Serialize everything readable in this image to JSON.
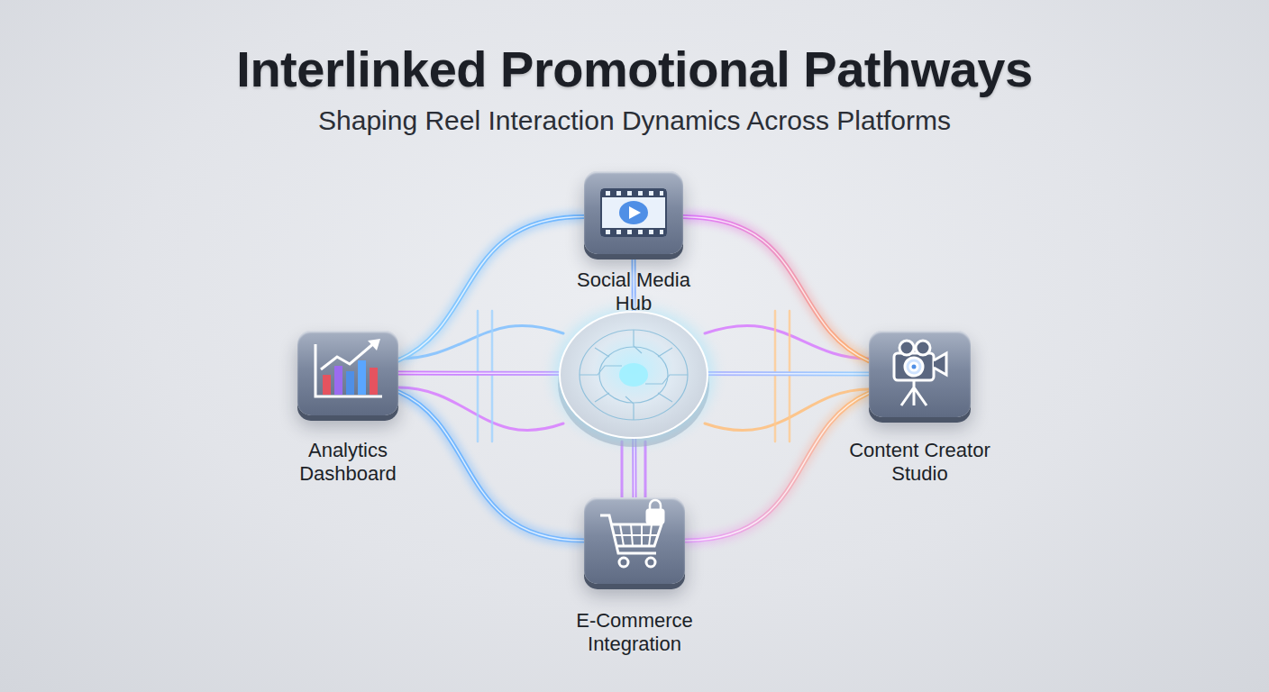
{
  "diagram": {
    "title": "Interlinked Promotional Pathways",
    "caption": "Shaping Reel Interaction Dynamics Across Platforms",
    "nodes": [
      {
        "text": [
          "Social Media Hub"
        ]
      },
      {
        "text": [
          "Analytics Dashboard"
        ]
      },
      {
        "text": [
          "Content Creator Studio"
        ]
      },
      {
        "text": [
          "E-Commerce Integration"
        ]
      }
    ],
    "edges": [
      {
        "from": 0,
        "to": 1,
        "arrow": "none"
      },
      {
        "from": 0,
        "to": 2,
        "arrow": "none"
      },
      {
        "from": 1,
        "to": 3,
        "arrow": "none"
      },
      {
        "from": 2,
        "to": 3,
        "arrow": "none"
      },
      {
        "from": 1,
        "to": 2,
        "arrow": "none"
      },
      {
        "from": 0,
        "to": 3,
        "arrow": "none"
      }
    ]
  }
}
